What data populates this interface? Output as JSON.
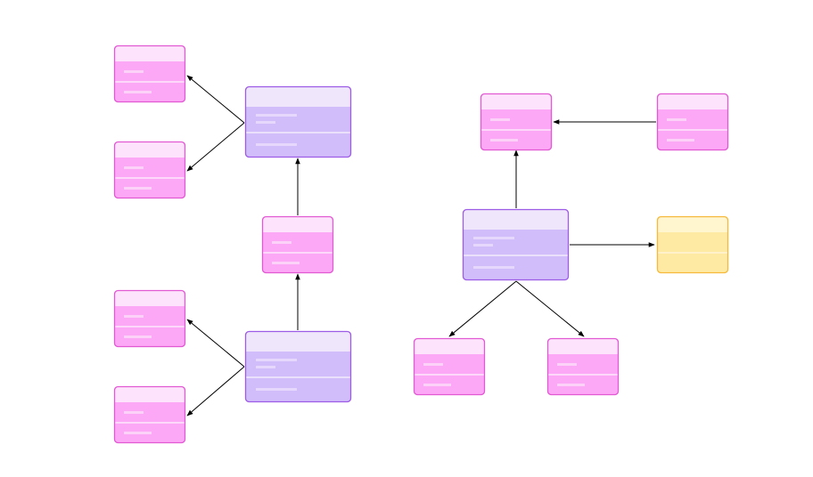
{
  "colors": {
    "background": "#ffffff",
    "edge": "#000000",
    "pink": {
      "header": "#fde3fb",
      "body": "#fda8f6",
      "border": "#e25ad3",
      "bar": "#fdd2f9",
      "divider": "#fde8fb"
    },
    "purple": {
      "header": "#f0e6fb",
      "body": "#d2bdfb",
      "border": "#9d5ce6",
      "bar": "#e6d8fd",
      "divider": "#f3ecfd"
    },
    "yellow": {
      "header": "#fff5cf",
      "body": "#ffeaa4",
      "border": "#f6b93b",
      "bar": "#fff2c7",
      "divider": "#fff4d6"
    }
  },
  "diagram": {
    "nodes": [
      {
        "id": "l1",
        "kind": "pink",
        "lines": 1
      },
      {
        "id": "l2",
        "kind": "pink",
        "lines": 1
      },
      {
        "id": "lp1",
        "kind": "purple",
        "lines": 2
      },
      {
        "id": "lm",
        "kind": "pink",
        "lines": 1
      },
      {
        "id": "l3",
        "kind": "pink",
        "lines": 1
      },
      {
        "id": "l4",
        "kind": "pink",
        "lines": 1
      },
      {
        "id": "lp2",
        "kind": "purple",
        "lines": 2
      },
      {
        "id": "r1",
        "kind": "pink",
        "lines": 1
      },
      {
        "id": "r2",
        "kind": "pink",
        "lines": 1
      },
      {
        "id": "rp",
        "kind": "purple",
        "lines": 2
      },
      {
        "id": "ry",
        "kind": "yellow",
        "lines": 0
      },
      {
        "id": "r3",
        "kind": "pink",
        "lines": 1
      },
      {
        "id": "r4",
        "kind": "pink",
        "lines": 1
      }
    ],
    "edges": [
      {
        "from": "lp1",
        "to": "l1"
      },
      {
        "from": "lp1",
        "to": "l2"
      },
      {
        "from": "lm",
        "to": "lp1"
      },
      {
        "from": "lp2",
        "to": "lm"
      },
      {
        "from": "lp2",
        "to": "l3"
      },
      {
        "from": "lp2",
        "to": "l4"
      },
      {
        "from": "r2",
        "to": "r1"
      },
      {
        "from": "rp",
        "to": "r1"
      },
      {
        "from": "rp",
        "to": "ry"
      },
      {
        "from": "rp",
        "to": "r3"
      },
      {
        "from": "rp",
        "to": "r4"
      }
    ]
  }
}
